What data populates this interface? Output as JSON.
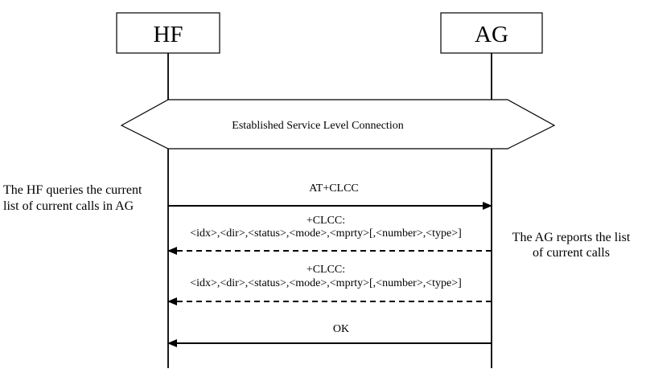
{
  "participants": [
    {
      "label": "HF"
    },
    {
      "label": "AG"
    }
  ],
  "state": {
    "label": "Established Service Level Connection"
  },
  "messages": [
    {
      "lines": [
        "AT+CLCC"
      ],
      "from": "HF",
      "to": "AG",
      "style": "solid"
    },
    {
      "lines": [
        "+CLCC:",
        "<idx>,<dir>,<status>,<mode>,<mprty>[,<number>,<type>]"
      ],
      "from": "AG",
      "to": "HF",
      "style": "dashed"
    },
    {
      "lines": [
        "+CLCC:",
        "<idx>,<dir>,<status>,<mode>,<mprty>[,<number>,<type>]"
      ],
      "from": "AG",
      "to": "HF",
      "style": "dashed"
    },
    {
      "lines": [
        "OK"
      ],
      "from": "AG",
      "to": "HF",
      "style": "solid"
    }
  ],
  "notes": {
    "left": {
      "lines": [
        "The HF queries the current",
        "list of current calls in AG"
      ]
    },
    "right": {
      "lines": [
        "The AG reports the list",
        "of current calls"
      ]
    }
  },
  "colors": {
    "line": "#000000",
    "background": "#ffffff"
  }
}
